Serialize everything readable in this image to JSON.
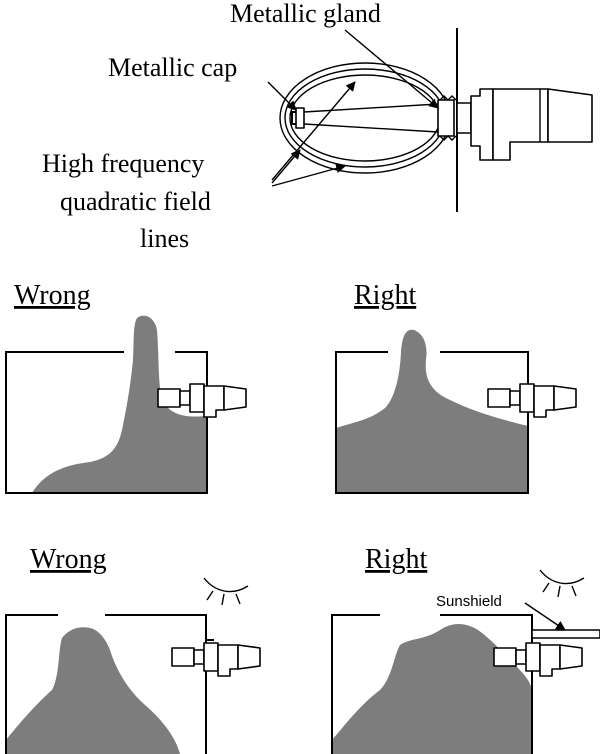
{
  "labels": {
    "metallic_gland": "Metallic gland",
    "metallic_cap": "Metallic cap",
    "field_lines_1": "High frequency",
    "field_lines_2": "quadratic field",
    "field_lines_3": "lines"
  },
  "panels": {
    "top_left": "Wrong",
    "top_right": "Right",
    "bottom_left": "Wrong",
    "bottom_right": "Right",
    "sunshield": "Sunshield"
  }
}
